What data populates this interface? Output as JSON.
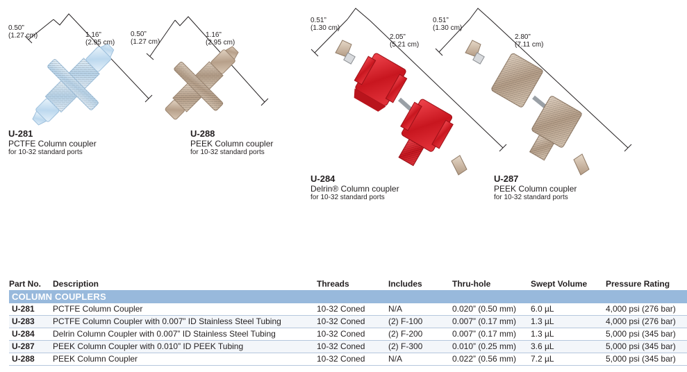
{
  "products": [
    {
      "part": "U-281",
      "name": "PCTFE Column coupler",
      "ports": "for 10-32 standard ports",
      "dims": [
        "0.50”",
        "(1.27 cm)",
        "1.16”",
        "(2.95 cm)"
      ]
    },
    {
      "part": "U-288",
      "name": "PEEK Column coupler",
      "ports": "for 10-32 standard ports",
      "dims": [
        "0.50”",
        "(1.27 cm)",
        "1.16”",
        "(2.95 cm)"
      ]
    },
    {
      "part": "U-284",
      "name": "Delrin® Column coupler",
      "ports": "for 10-32 standard ports",
      "dims": [
        "0.51”",
        "(1.30 cm)",
        "2.05”",
        "(5.21 cm)"
      ]
    },
    {
      "part": "U-287",
      "name": "PEEK Column coupler",
      "ports": "for 10-32 standard ports",
      "dims": [
        "0.51”",
        "(1.30 cm)",
        "2.80”",
        "(7.11 cm)"
      ]
    }
  ],
  "table": {
    "headers": [
      "Part No.",
      "Description",
      "Threads",
      "Includes",
      "Thru-hole",
      "Swept Volume",
      "Pressure Rating"
    ],
    "section": "COLUMN COUPLERS",
    "rows": [
      [
        "U-281",
        "PCTFE Column Coupler",
        "10-32 Coned",
        "N/A",
        "0.020” (0.50 mm)",
        "6.0 µL",
        "4,000 psi (276 bar)"
      ],
      [
        "U-283",
        "PCTFE Column Coupler with 0.007” ID Stainless Steel Tubing",
        "10-32 Coned",
        "(2) F-100",
        "0.007” (0.17 mm)",
        "1.3 µL",
        "4,000 psi (276 bar)"
      ],
      [
        "U-284",
        "Delrin Column Coupler with 0.007” ID Stainless Steel Tubing",
        "10-32 Coned",
        "(2) F-200",
        "0.007” (0.17 mm)",
        "1.3 µL",
        "5,000 psi (345 bar)"
      ],
      [
        "U-287",
        "PEEK Column Coupler with 0.010” ID PEEK Tubing",
        "10-32 Coned",
        "(2) F-300",
        "0.010” (0.25 mm)",
        "3.6 µL",
        "5,000 psi (345 bar)"
      ],
      [
        "U-288",
        "PEEK Column Coupler",
        "10-32 Coned",
        "N/A",
        "0.022” (0.56 mm)",
        "7.2 µL",
        "5,000 psi (345 bar)"
      ]
    ]
  },
  "colors": {
    "section_bg": "#98b9dc",
    "clear": "#cfe3f3",
    "peek": "#c7b29d",
    "delrin": "#d9232e"
  }
}
